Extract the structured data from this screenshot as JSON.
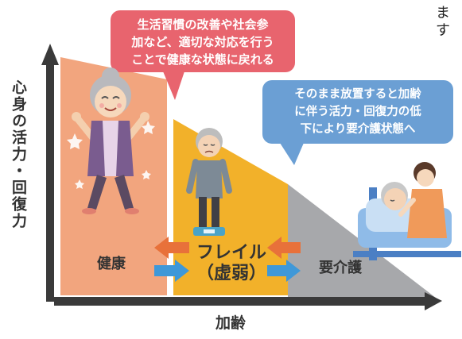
{
  "axes": {
    "y_label": "心身の活力・回復力",
    "x_label": "加齢"
  },
  "stages": {
    "healthy": "健康",
    "frailty_line1": "フレイル",
    "frailty_line2": "（虚弱）",
    "care": "要介護"
  },
  "bubbles": {
    "top": {
      "lines": [
        "生活習慣の改善や社会参",
        "加など、適切な対応を行う",
        "ことで健康な状態に戻れる"
      ],
      "color": "#e8646e"
    },
    "right": {
      "lines": [
        "そのまま放置すると加齢",
        "に伴う活力・回復力の低",
        "下により要介護状態へ"
      ],
      "color": "#6b9fd4"
    }
  },
  "corner_text": [
    "ま",
    "す"
  ],
  "colors": {
    "healthy": "#f2a57e",
    "frailty": "#f2b12a",
    "care": "#a7a8ab",
    "arrow_back": "#e8713a",
    "arrow_forward": "#3f98d8",
    "axis": "#3a3a3a"
  }
}
